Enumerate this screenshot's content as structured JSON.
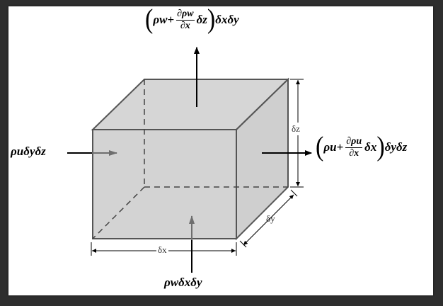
{
  "diagram": {
    "colors": {
      "background": "#2e2e2e",
      "panel": "#ffffff",
      "cube_fill": "#d3d3d3",
      "cube_edge": "#555555",
      "arrow": "#000000",
      "inner_arrow": "#6e6e6e"
    },
    "labels": {
      "top": {
        "open": "(",
        "term": "ρw+",
        "num": "∂ρw",
        "den": "∂x",
        "delta": "δz",
        "close": ")",
        "suffix": "δxδy"
      },
      "right": {
        "open": "(",
        "term": "ρu+",
        "num": "∂ρu",
        "den": "∂x",
        "delta": "δx",
        "close": ")",
        "suffix": "δyδz"
      },
      "left": "ρuδyδz",
      "bottom": "ρwδxδy",
      "dim_x": "δx",
      "dim_y": "δy",
      "dim_z": "δz"
    }
  }
}
